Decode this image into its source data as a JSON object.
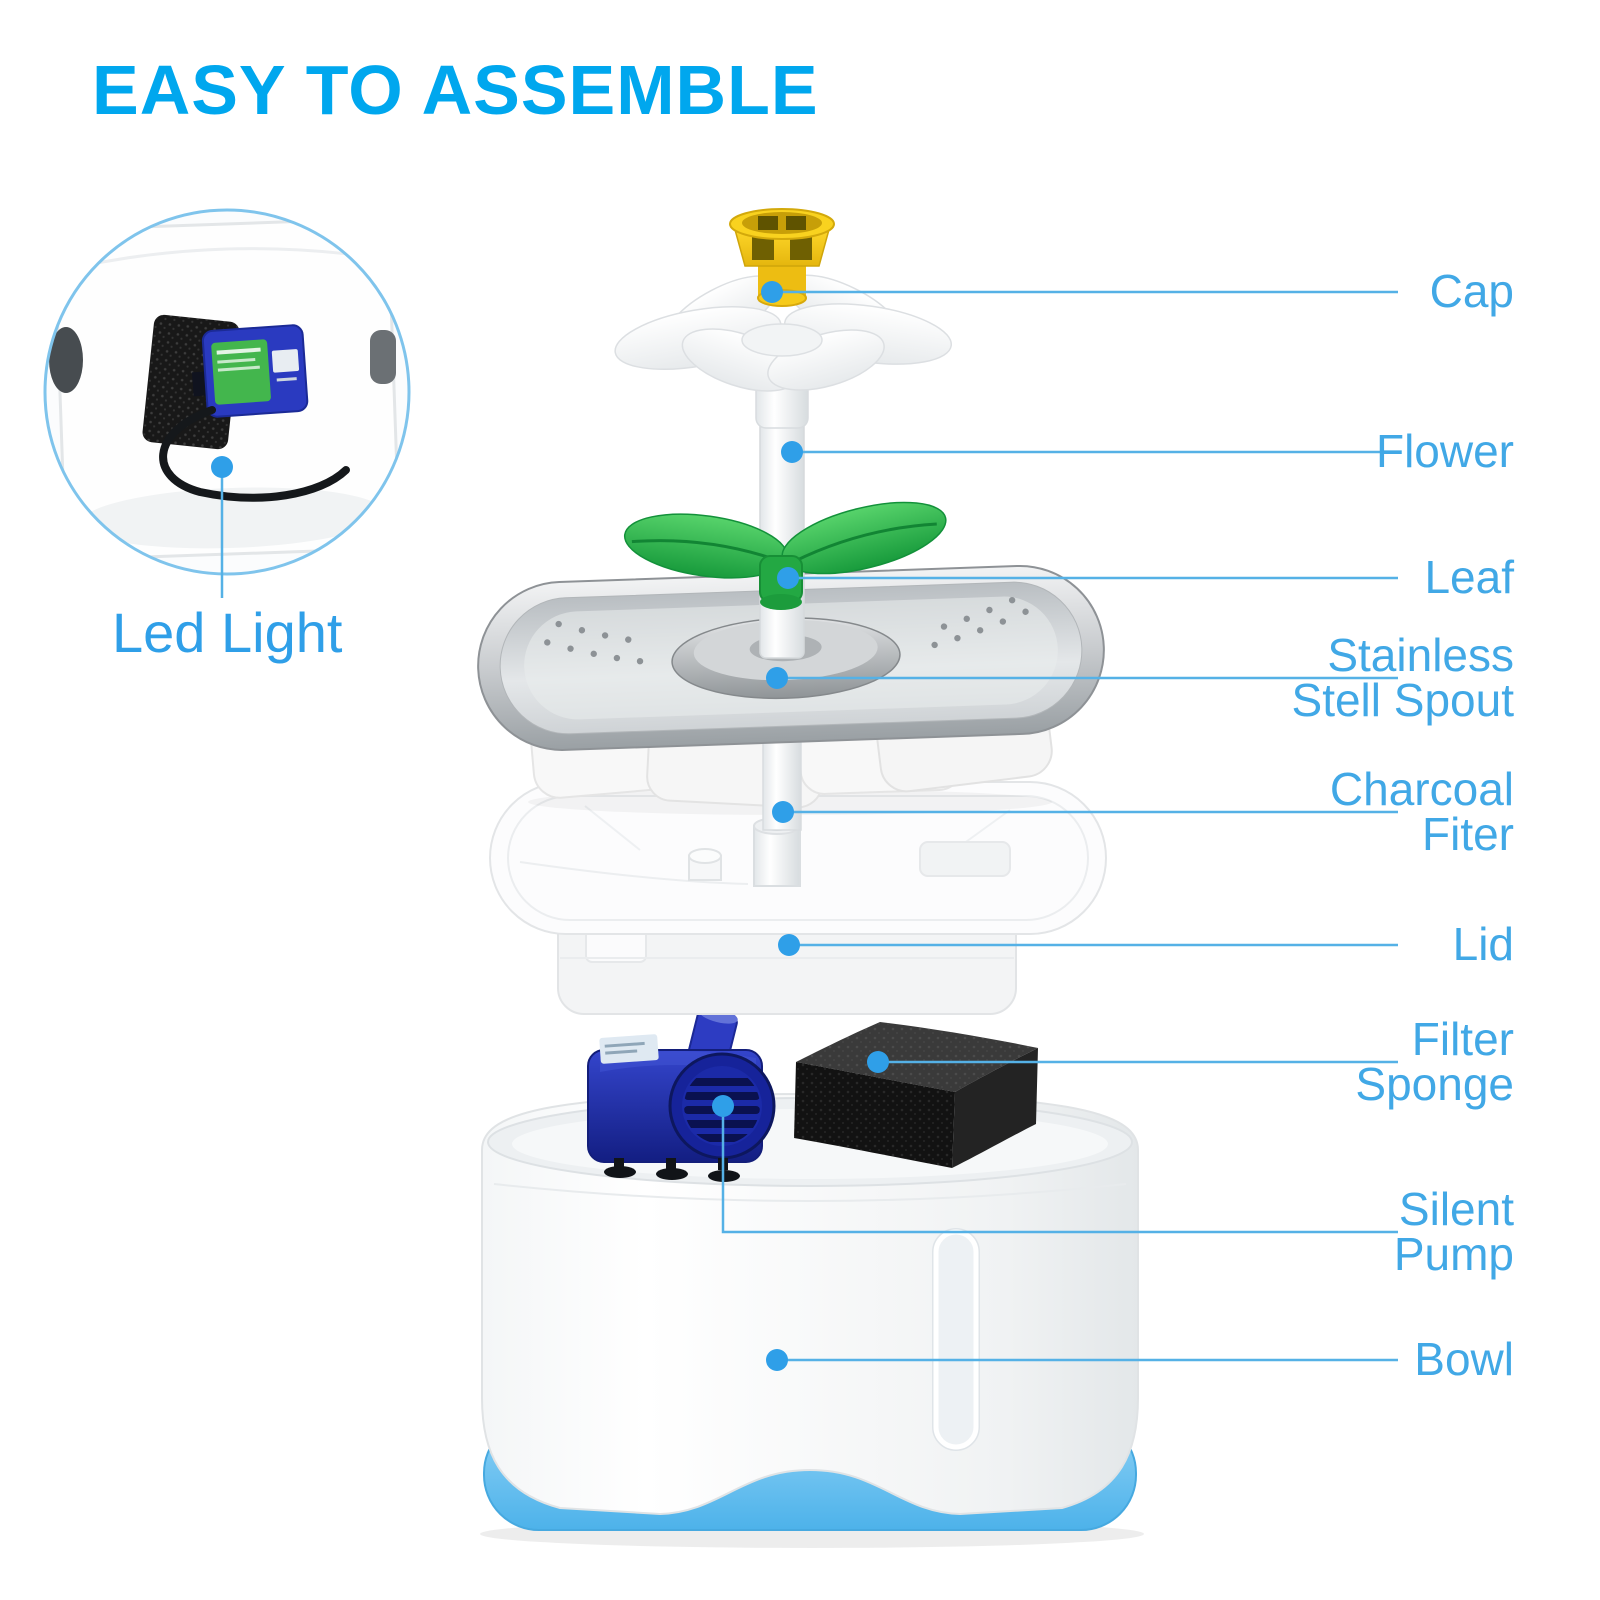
{
  "title": "EASY TO ASSEMBLE",
  "inset": {
    "label": "Led Light"
  },
  "callouts": {
    "cap": {
      "line1": "Cap"
    },
    "flower": {
      "line1": "Flower"
    },
    "leaf": {
      "line1": "Leaf"
    },
    "spout": {
      "line1": "Stainless",
      "line2": "Stell Spout"
    },
    "charcoal": {
      "line1": "Charcoal",
      "line2": "Fiter"
    },
    "lid": {
      "line1": "Lid"
    },
    "sponge": {
      "line1": "Filter",
      "line2": "Sponge"
    },
    "pump": {
      "line1": "Silent",
      "line2": "Pump"
    },
    "bowl": {
      "line1": "Bowl"
    }
  },
  "colors": {
    "title_blue": "#00a7ee",
    "label_blue": "#41a8e6",
    "line_blue": "#55b1e6",
    "dot_blue": "#2f9fe8",
    "cap_yellow": "#f6ca1a",
    "leaf_green": "#23a843",
    "pump_blue": "#2636b8",
    "bowl_trim_blue": "#64bff0",
    "sponge_black": "#141414",
    "tray_silver": "#c9cccf"
  }
}
